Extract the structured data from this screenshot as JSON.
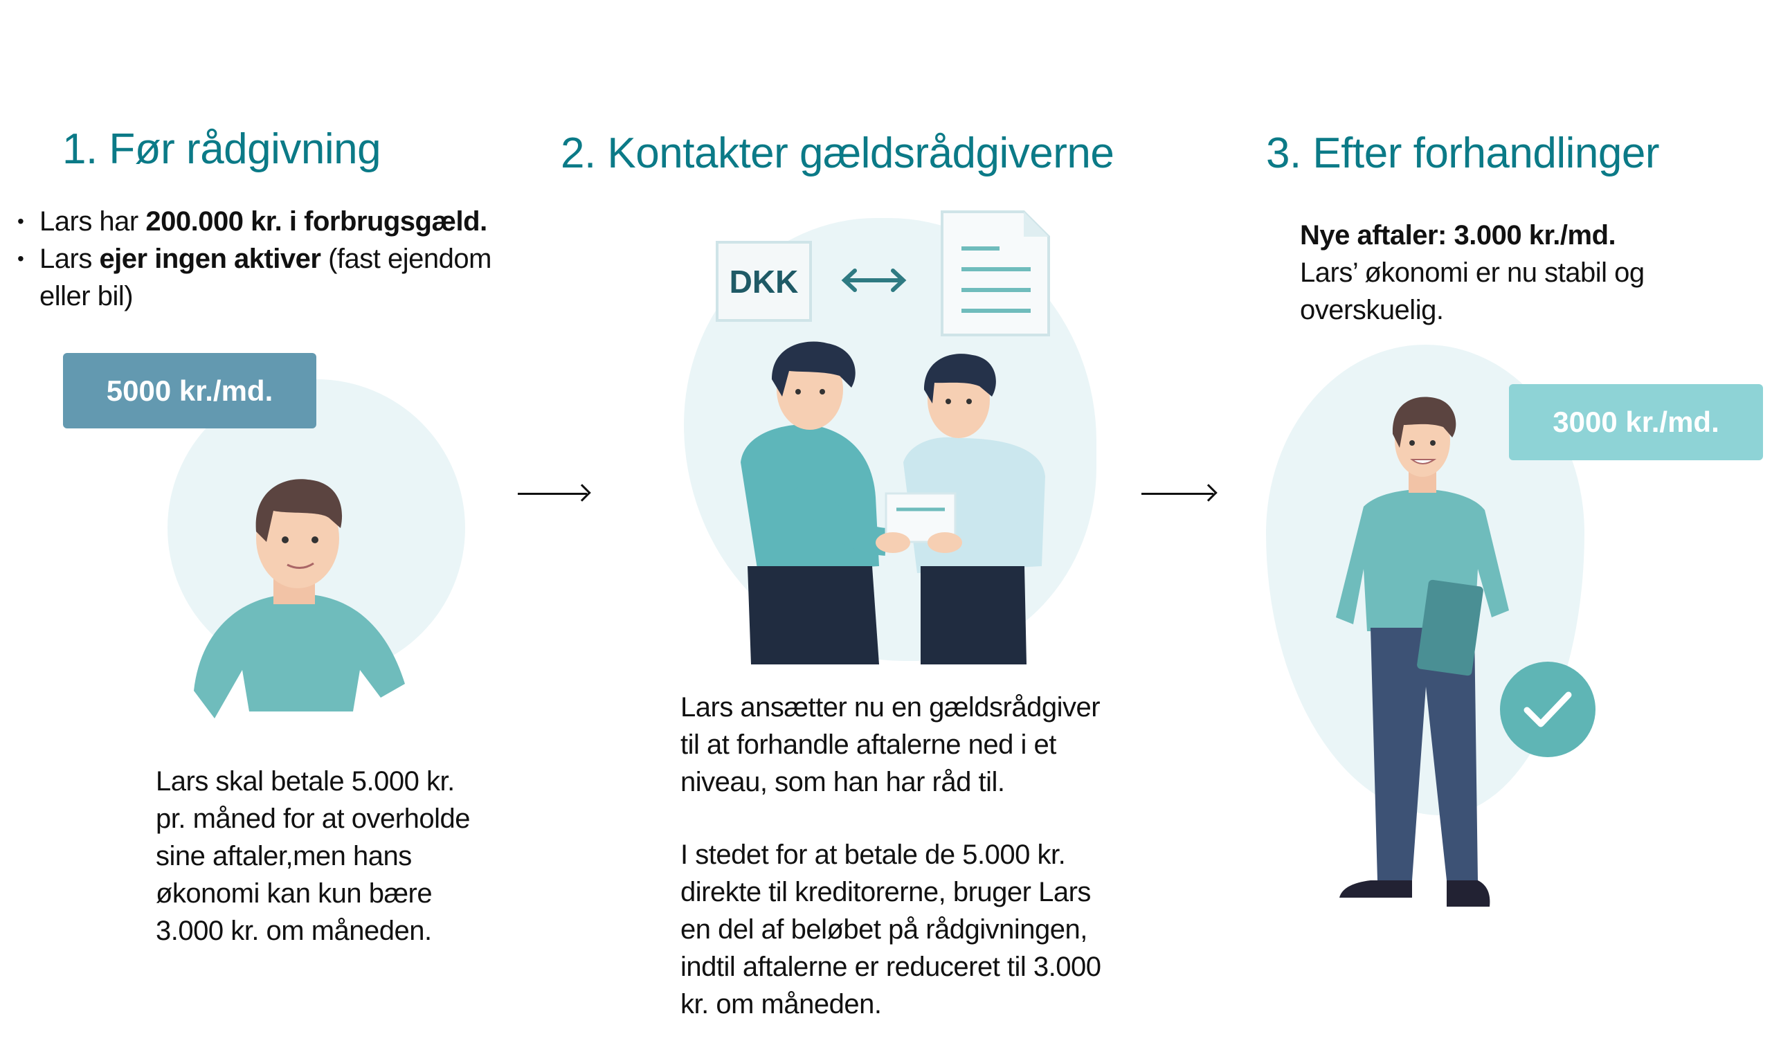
{
  "step1": {
    "title": "1. Før rådgivning",
    "bullets": [
      {
        "pre": "Lars har ",
        "bold": "200.000 kr. i forbrugsgæld.",
        "post": ""
      },
      {
        "pre": "Lars ",
        "bold": "ejer ingen aktiver",
        "post": " (fast ejendom eller bil)"
      }
    ],
    "badge": "5000 kr./md.",
    "badge_color": "#6399b0",
    "description": [
      "Lars skal betale 5.000 kr.",
      "pr. måned for at overholde",
      "sine aftaler,men hans",
      "økonomi kan kun bære",
      "3.000 kr. om måneden."
    ]
  },
  "step2": {
    "title": "2. Kontakter gældsrådgiverne",
    "currency_label": "DKK",
    "paragraph1": [
      "Lars ansætter nu en gældsrådgiver",
      "til at forhandle aftalerne ned i et",
      "niveau, som han har råd til."
    ],
    "paragraph2": [
      "I stedet for at betale de 5.000 kr.",
      "direkte til kreditorerne, bruger Lars",
      "en del af beløbet på rådgivningen,",
      "indtil aftalerne er reduceret til 3.000",
      "kr. om måneden."
    ]
  },
  "step3": {
    "title": "3. Efter forhandlinger",
    "headline": "Nye aftaler: 3.000 kr./md.",
    "description": [
      "Lars’ økonomi er nu stabil og",
      "overskuelig."
    ],
    "badge": "3000 kr./md.",
    "badge_color": "#8ed3d6"
  },
  "colors": {
    "title": "#0b7a87",
    "shirt": "#6fbcbc",
    "background_blob": "#eaf5f7",
    "check": "#5fb5b5"
  }
}
